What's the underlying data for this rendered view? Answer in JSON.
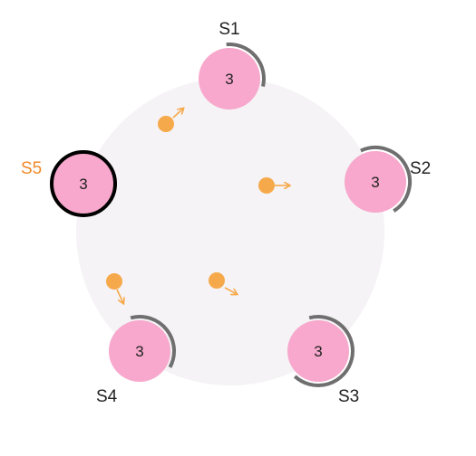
{
  "colors": {
    "cluster_bg": "#f5f3f5",
    "server_fill": "#f7a8cc",
    "timer_arc": "#6f6f6f",
    "leader_ring": "#000000",
    "label_default": "#222222",
    "label_highlight": "#f08a2a",
    "message": "#f6a94a"
  },
  "servers": [
    {
      "label": "S1",
      "term": "3",
      "leader": false,
      "label_color": "#222222",
      "timer_fraction": 0.3
    },
    {
      "label": "S2",
      "term": "3",
      "leader": false,
      "label_color": "#222222",
      "timer_fraction": 0.48
    },
    {
      "label": "S3",
      "term": "3",
      "leader": false,
      "label_color": "#222222",
      "timer_fraction": 0.66
    },
    {
      "label": "S4",
      "term": "3",
      "leader": false,
      "label_color": "#222222",
      "timer_fraction": 0.37
    },
    {
      "label": "S5",
      "term": "3",
      "leader": true,
      "label_color": "#f08a2a",
      "timer_fraction": 0
    }
  ],
  "messages": [
    {
      "name": "message-to-s1",
      "direction": "up-right"
    },
    {
      "name": "message-to-s2",
      "direction": "right"
    },
    {
      "name": "message-to-s3",
      "direction": "down-right"
    },
    {
      "name": "message-to-s4",
      "direction": "down"
    }
  ]
}
